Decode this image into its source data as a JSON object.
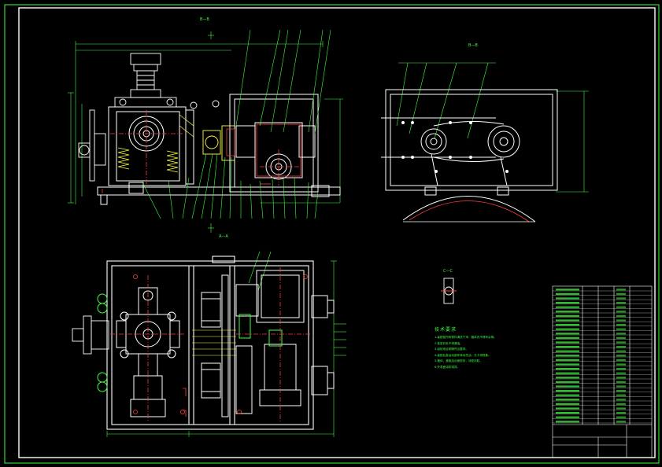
{
  "drawing": {
    "sheet_colors": {
      "background": "#000000",
      "frame": "#ffffff",
      "outline": "#ffffff",
      "dimension": "#3cff3c",
      "hidden": "#ff3c3c",
      "center": "#ff3c3c",
      "hatch": "#ffff3c",
      "leader": "#3cff3c",
      "accent": "#00ffff"
    },
    "views": {
      "section_top_left": {
        "label": "B—B"
      },
      "section_top_right": {
        "label": "B—B"
      },
      "section_bottom": {
        "label": "A—A"
      },
      "detail": {
        "label": "C—C"
      }
    },
    "tech_notes": {
      "title": "技术要求",
      "lines": [
        "1.装配前所有零件清洗干净，箱体内不得有杂物。",
        "2.各密封处不得漏油。",
        "3.齿轮啮合侧隙符合要求。",
        "4.装配后各运动部件转动灵活，无卡滞现象。",
        "5.箱体、盖板结合面密封，涂密封胶。",
        "6.外表面涂防锈漆。"
      ]
    }
  }
}
